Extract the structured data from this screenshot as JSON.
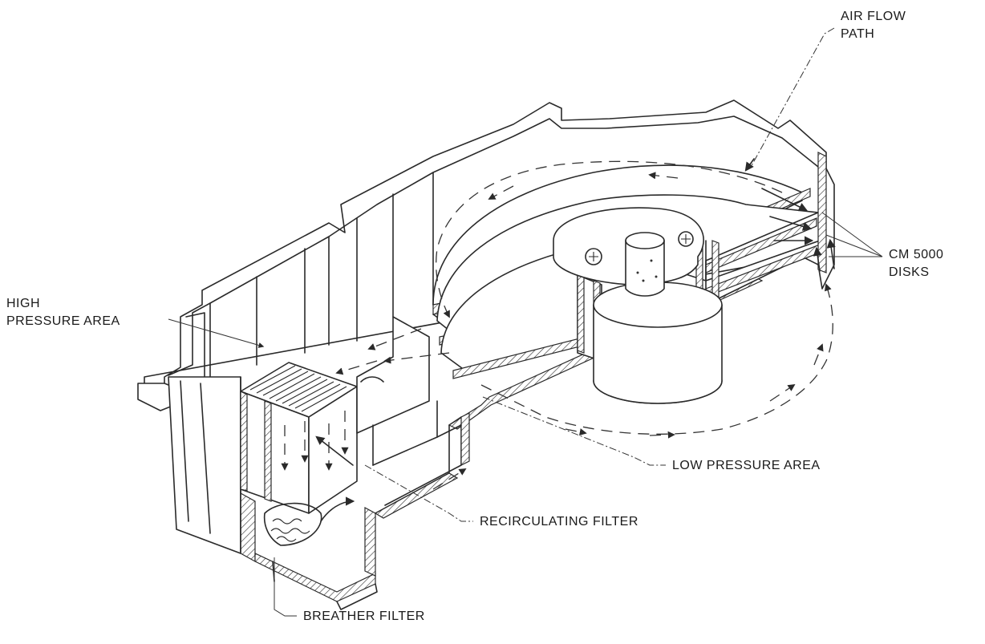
{
  "labels": {
    "air_flow_path_1": "AIR FLOW",
    "air_flow_path_2": "PATH",
    "cm5000_1": "CM 5000",
    "cm5000_2": "DISKS",
    "high_pressure_1": "HIGH",
    "high_pressure_2": "PRESSURE AREA",
    "low_pressure": "LOW PRESSURE AREA",
    "recirculating_filter": "RECIRCULATING FILTER",
    "breather_filter": "BREATHER FILTER"
  }
}
